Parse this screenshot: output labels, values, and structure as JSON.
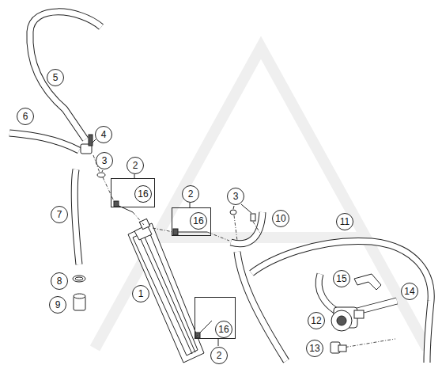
{
  "diagram": {
    "nodes": [
      {
        "text": [
          "5"
        ]
      },
      {
        "text": [
          "6"
        ]
      },
      {
        "text": [
          "4"
        ]
      },
      {
        "text": [
          "3"
        ]
      },
      {
        "text": [
          "2"
        ]
      },
      {
        "text": [
          "16"
        ],
        "in": 4
      },
      {
        "text": [
          "7"
        ]
      },
      {
        "text": [
          "2"
        ]
      },
      {
        "text": [
          "16"
        ],
        "in": 7
      },
      {
        "text": [
          "3"
        ]
      },
      {
        "text": [
          "10"
        ]
      },
      {
        "text": [
          "11"
        ]
      },
      {
        "text": [
          "8"
        ]
      },
      {
        "text": [
          "15"
        ]
      },
      {
        "text": [
          "1"
        ]
      },
      {
        "text": [
          "14"
        ]
      },
      {
        "text": [
          "12"
        ]
      },
      {
        "text": [
          "9"
        ]
      },
      {
        "text": [
          "2"
        ]
      },
      {
        "text": [
          "16"
        ],
        "in": 18
      },
      {
        "text": [
          "13"
        ]
      }
    ]
  }
}
